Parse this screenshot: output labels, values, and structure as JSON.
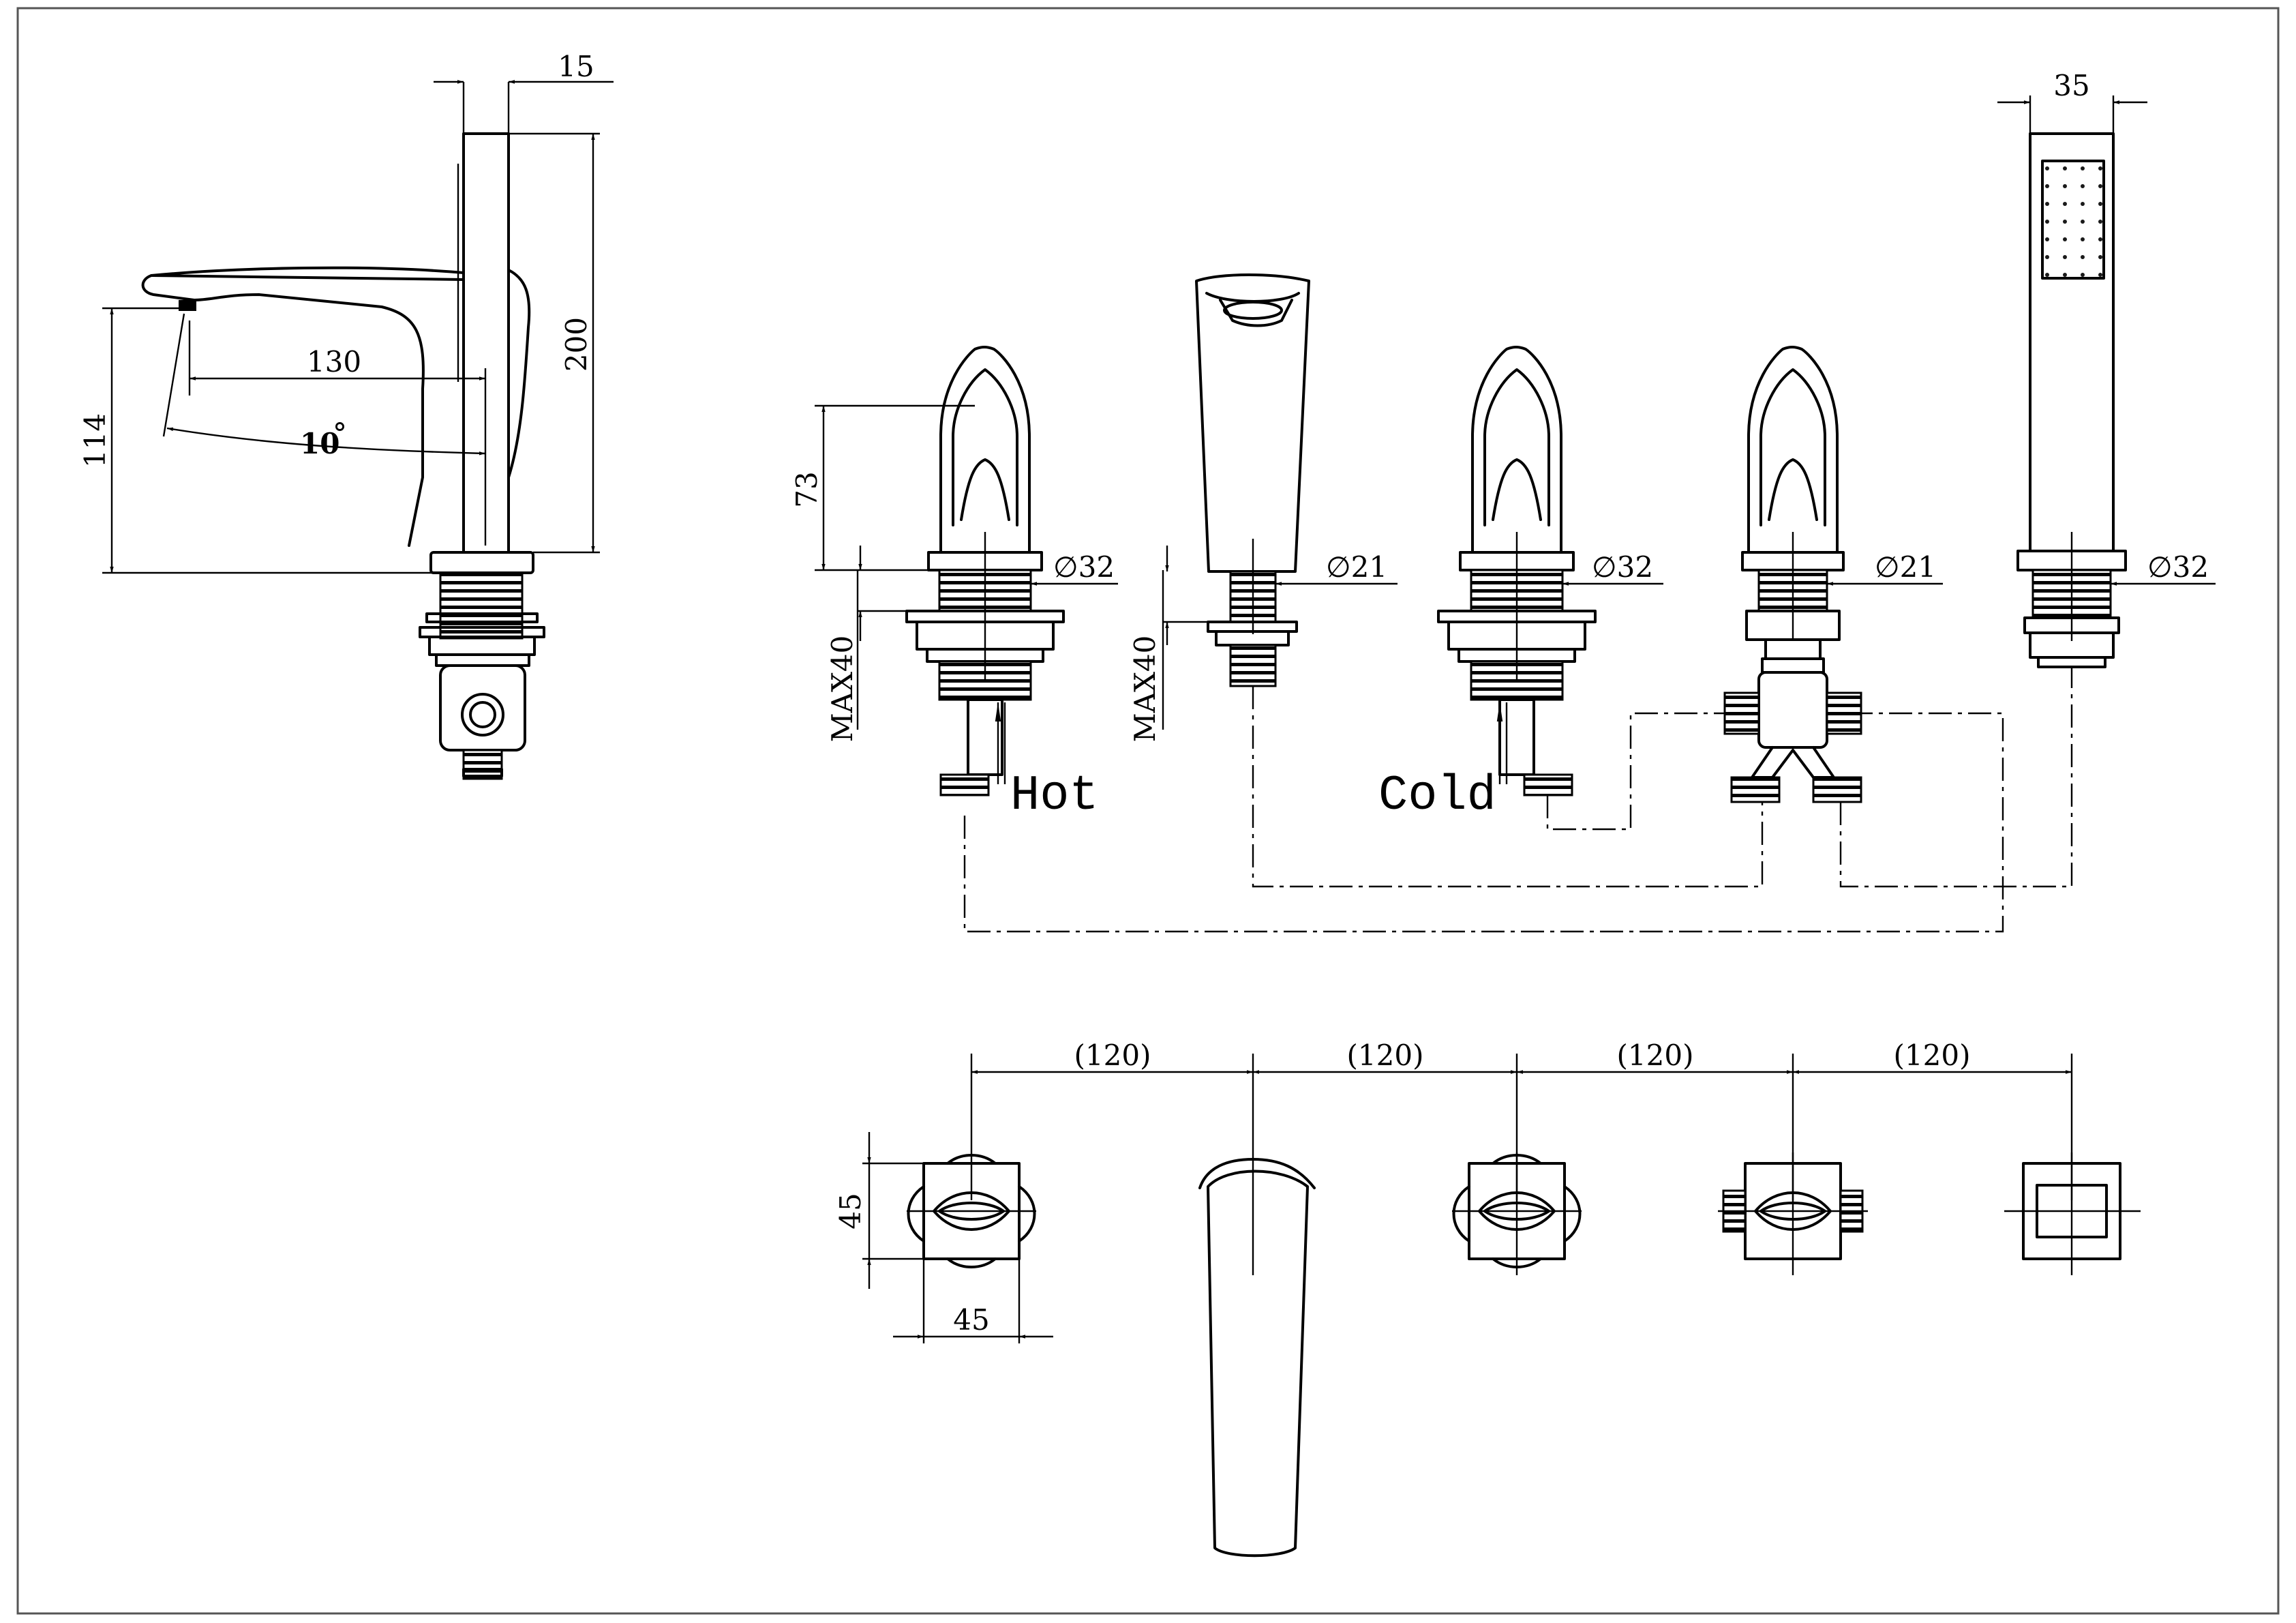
{
  "views": {
    "side": {
      "width_dim": "15",
      "height_dim": "200",
      "reach_dim": "130",
      "spout_height_dim": "114",
      "angle_dim": "10",
      "angle_unit": "°"
    },
    "front": {
      "handle_height_dim": "73",
      "max_deck_dim_1": "MAX40",
      "max_deck_dim_2": "MAX40",
      "dia_1": "32",
      "dia_2": "21",
      "dia_3": "32",
      "dia_4": "21",
      "dia_5": "32",
      "diameter_symbol": "∅",
      "shower_width_dim": "35",
      "hot_label": "Hot",
      "cold_label": "Cold"
    },
    "top": {
      "spacing_1": "(120)",
      "spacing_2": "(120)",
      "spacing_3": "(120)",
      "spacing_4": "(120)",
      "base_depth_dim": "45",
      "base_width_dim": "45"
    }
  }
}
